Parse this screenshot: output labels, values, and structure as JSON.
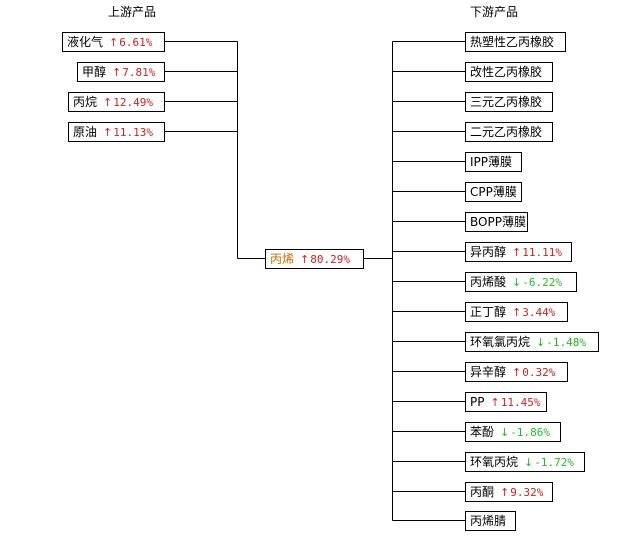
{
  "headers": {
    "upstream": "上游产品",
    "downstream": "下游产品"
  },
  "colors": {
    "up": "#cc2222",
    "down": "#22bb22",
    "center_label": "#c07000"
  },
  "center": {
    "label": "丙烯",
    "trend": "up",
    "value": "80.29%"
  },
  "upstream": [
    {
      "label": "液化气",
      "trend": "up",
      "value": "6.61%"
    },
    {
      "label": "甲醇",
      "trend": "up",
      "value": "7.81%"
    },
    {
      "label": "丙烷",
      "trend": "up",
      "value": "12.49%"
    },
    {
      "label": "原油",
      "trend": "up",
      "value": "11.13%"
    }
  ],
  "downstream": [
    {
      "label": "热塑性乙丙橡胶"
    },
    {
      "label": "改性乙丙橡胶"
    },
    {
      "label": "三元乙丙橡胶"
    },
    {
      "label": "二元乙丙橡胶"
    },
    {
      "label": "IPP薄膜"
    },
    {
      "label": "CPP薄膜"
    },
    {
      "label": "BOPP薄膜"
    },
    {
      "label": "异丙醇",
      "trend": "up",
      "value": "11.11%"
    },
    {
      "label": "丙烯酸",
      "trend": "down",
      "value": "-6.22%"
    },
    {
      "label": "正丁醇",
      "trend": "up",
      "value": "3.44%"
    },
    {
      "label": "环氧氯丙烷",
      "trend": "down",
      "value": "-1.48%"
    },
    {
      "label": "异辛醇",
      "trend": "up",
      "value": "0.32%"
    },
    {
      "label": "PP",
      "trend": "up",
      "value": "11.45%"
    },
    {
      "label": "苯酚",
      "trend": "down",
      "value": "-1.86%"
    },
    {
      "label": "环氧丙烷",
      "trend": "down",
      "value": "-1.72%"
    },
    {
      "label": "丙酮",
      "trend": "up",
      "value": "9.32%"
    },
    {
      "label": "丙烯腈"
    }
  ]
}
